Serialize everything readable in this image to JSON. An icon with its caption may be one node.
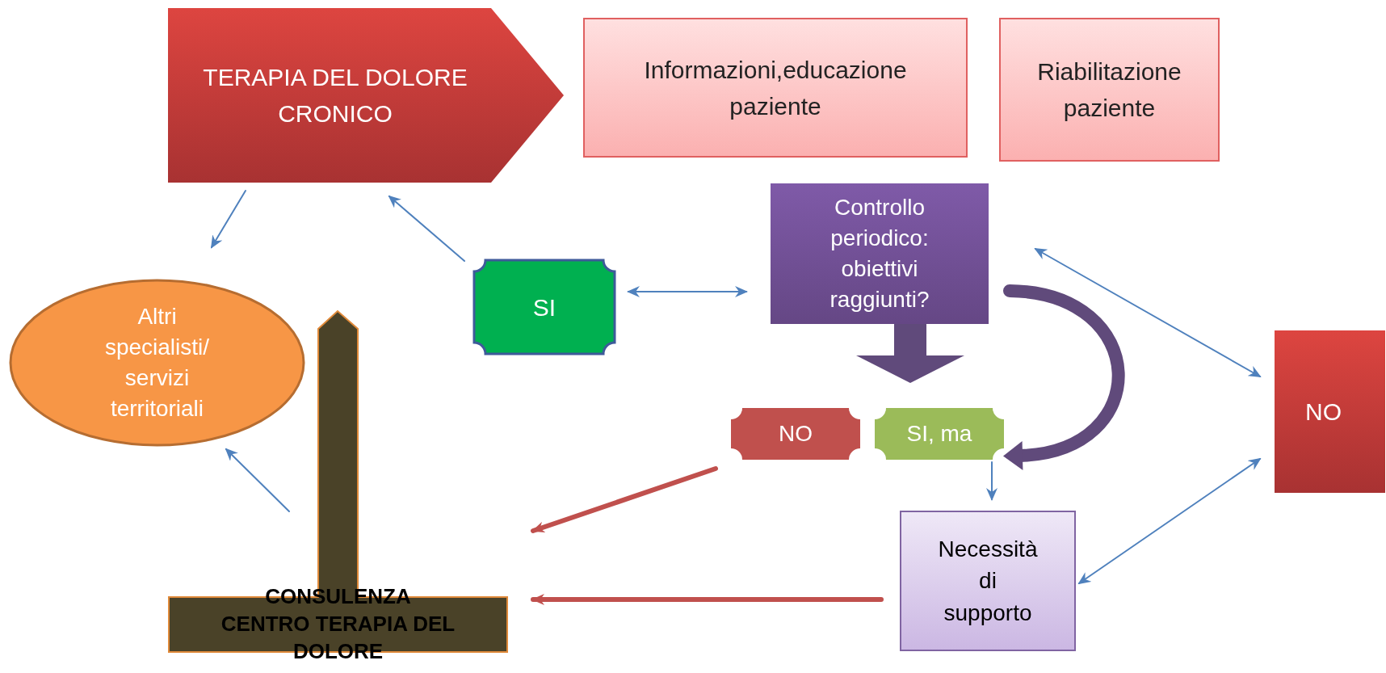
{
  "diagram": {
    "nodes": [
      {
        "text": [
          "TERAPIA DEL DOLORE CRONICO"
        ]
      },
      {
        "text": [
          "Informazioni,educazione paziente"
        ]
      },
      {
        "text": [
          "Riabilitazione paziente"
        ]
      },
      {
        "text": [
          "Controllo periodico: obiettivi raggiunti?"
        ]
      },
      {
        "text": [
          "Altri specialisti/ servizi territoriali"
        ]
      },
      {
        "text": [
          "SI"
        ]
      },
      {
        "text": [
          "NO"
        ]
      },
      {
        "text": [
          "NO"
        ]
      },
      {
        "text": [
          "SI, ma"
        ]
      },
      {
        "text": [
          "Necessità di supporto"
        ]
      },
      {
        "text": [
          "CONSULENZA CENTRO TERAPIA DEL DOLORE"
        ]
      }
    ],
    "edges": [
      {
        "from": 0,
        "to": 4,
        "arrow": "to"
      },
      {
        "from": 5,
        "to": 0,
        "arrow": "to"
      },
      {
        "from": 5,
        "to": 3,
        "arrow": "both"
      },
      {
        "from": 3,
        "to": 7,
        "arrow": "to",
        "style": "thick",
        "color": "#604a7b"
      },
      {
        "from": 3,
        "to": 8,
        "arrow": "to",
        "style": "thick",
        "color": "#604a7b"
      },
      {
        "from": 3,
        "to": 8,
        "arrow": "to",
        "style": "thick",
        "color": "#604a7b"
      },
      {
        "from": 3,
        "to": 6,
        "arrow": "both"
      },
      {
        "from": 8,
        "to": 9,
        "arrow": "to"
      },
      {
        "from": 6,
        "to": 9,
        "arrow": "both"
      },
      {
        "from": 7,
        "to": 10,
        "arrow": "to",
        "style": "thick",
        "color": "#c0504d"
      },
      {
        "from": 9,
        "to": 10,
        "arrow": "to",
        "style": "thick",
        "color": "#c0504d"
      },
      {
        "from": 10,
        "to": 4,
        "arrow": "to"
      }
    ]
  }
}
